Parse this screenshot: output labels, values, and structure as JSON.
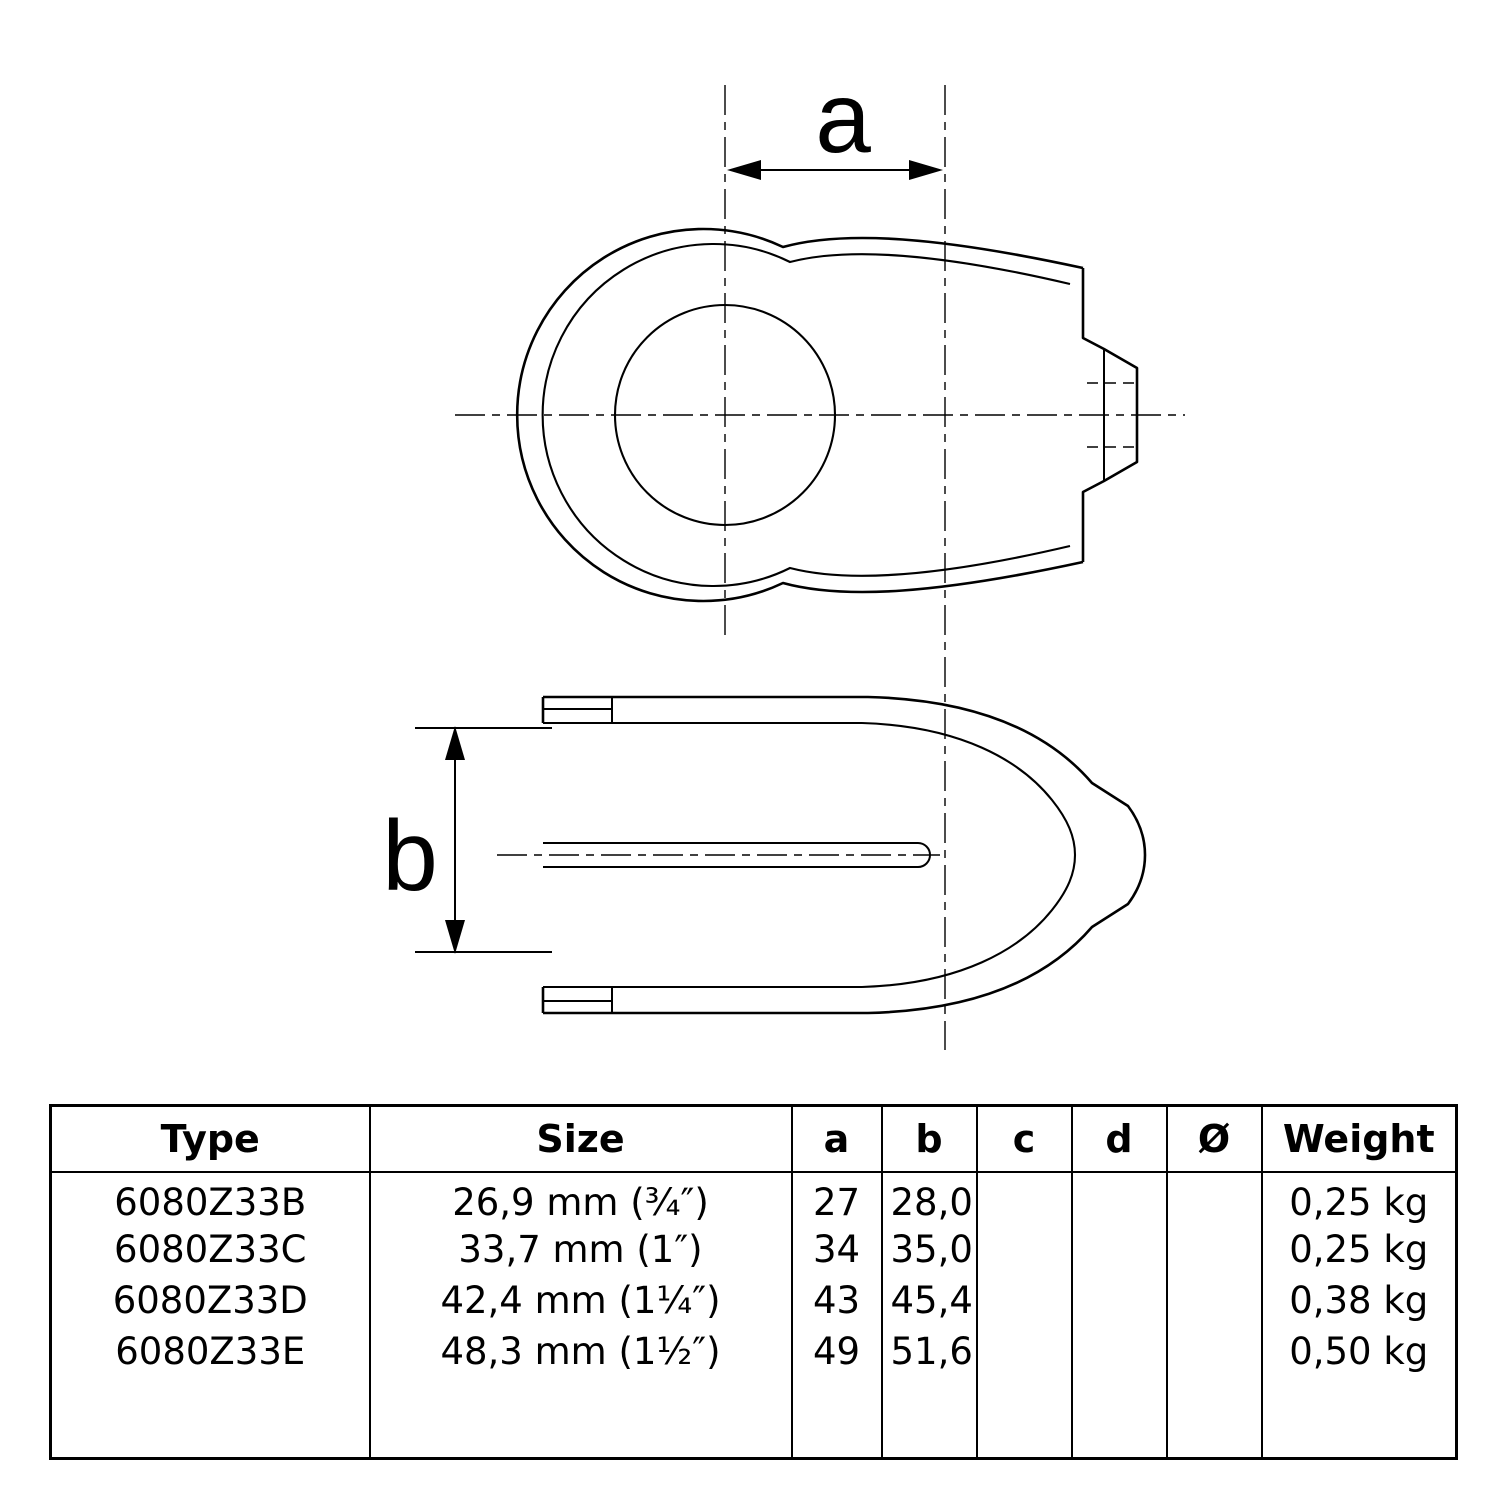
{
  "drawing": {
    "dim_a_label": "a",
    "dim_b_label": "b"
  },
  "table": {
    "headers": [
      "Type",
      "Size",
      "a",
      "b",
      "c",
      "d",
      "Ø",
      "Weight"
    ],
    "rows": [
      {
        "type": "6080Z33B",
        "size": "26,9 mm (¾″)",
        "a": "27",
        "b": "28,0",
        "c": "",
        "d": "",
        "diameter": "",
        "weight": "0,25 kg"
      },
      {
        "type": "6080Z33C",
        "size": "33,7 mm (1″)",
        "a": "34",
        "b": "35,0",
        "c": "",
        "d": "",
        "diameter": "",
        "weight": "0,25 kg"
      },
      {
        "type": "6080Z33D",
        "size": "42,4 mm (1¼″)",
        "a": "43",
        "b": "45,4",
        "c": "",
        "d": "",
        "diameter": "",
        "weight": "0,38 kg"
      },
      {
        "type": "6080Z33E",
        "size": "48,3 mm (1½″)",
        "a": "49",
        "b": "51,6",
        "c": "",
        "d": "",
        "diameter": "",
        "weight": "0,50 kg"
      }
    ]
  }
}
